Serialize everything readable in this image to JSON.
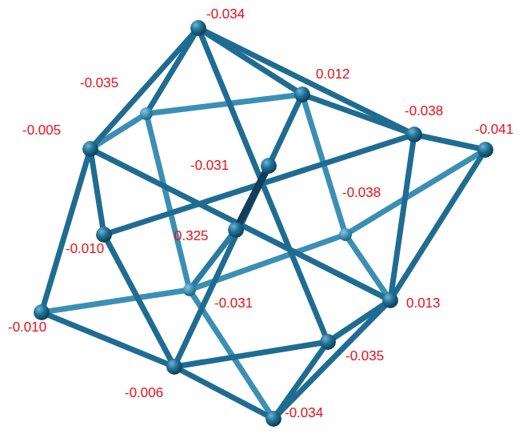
{
  "diagram": {
    "labels": [
      "-0.034",
      "-0.035",
      "0.012",
      "-0.038",
      "-0.041",
      "-0.005",
      "-0.031",
      "-0.038",
      "0.325",
      "-0.010",
      "-0.031",
      "0.013",
      "-0.010",
      "-0.035",
      "-0.006",
      "-0.034"
    ]
  }
}
